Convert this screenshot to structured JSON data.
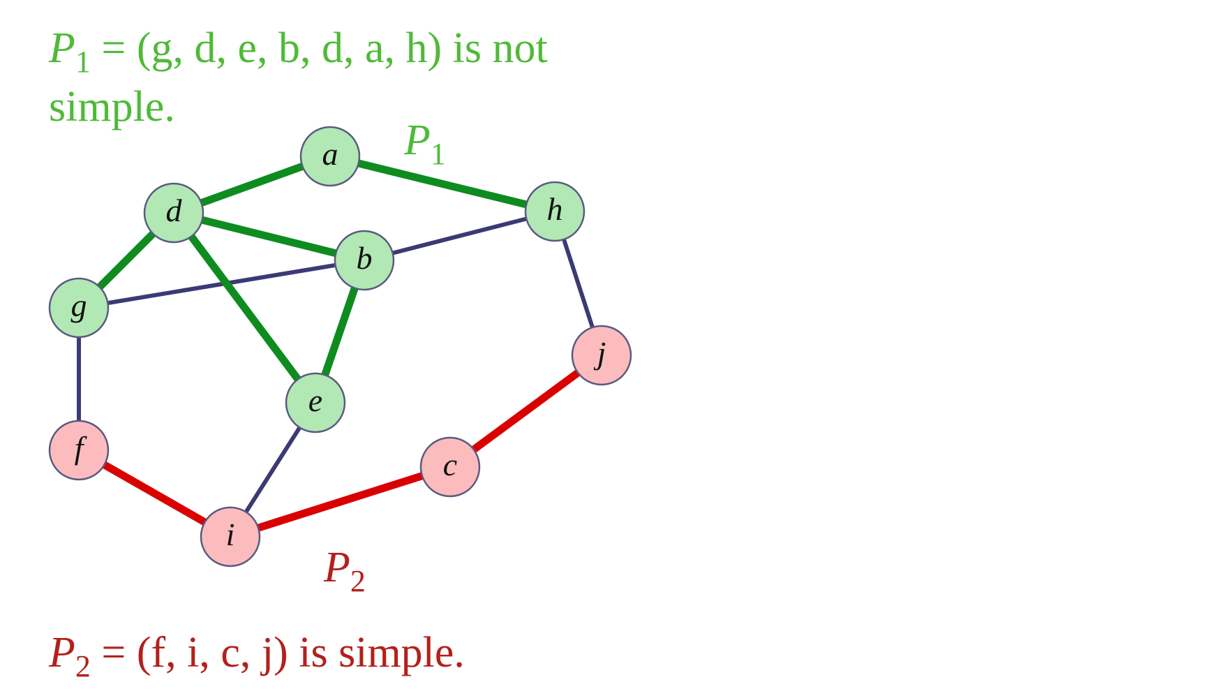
{
  "header": {
    "p1_var": "P",
    "p1_sub": "1",
    "p1_statement": "= (g, d, e, b, d, a, h) is not",
    "p1_statement_line2": "simple."
  },
  "footer": {
    "p2_var": "P",
    "p2_sub": "2",
    "p2_statement": "= (f, i, c, j) is simple."
  },
  "labels": {
    "p1": {
      "var": "P",
      "sub": "1"
    },
    "p2": {
      "var": "P",
      "sub": "2"
    }
  },
  "colors": {
    "p1": "#4fba38",
    "p2": "#b3201c",
    "p1_edge": "#0e8c1f",
    "p2_edge": "#d90000",
    "plain_edge": "#3c3a74",
    "green_node": "#b2e8b4",
    "red_node": "#fcbcbe",
    "node_stroke": "#5a5a80"
  },
  "graph": {
    "nodes": [
      {
        "id": "a",
        "group": "p1"
      },
      {
        "id": "d",
        "group": "p1"
      },
      {
        "id": "h",
        "group": "p1"
      },
      {
        "id": "b",
        "group": "p1"
      },
      {
        "id": "g",
        "group": "p1"
      },
      {
        "id": "e",
        "group": "p1"
      },
      {
        "id": "j",
        "group": "p2"
      },
      {
        "id": "f",
        "group": "p2"
      },
      {
        "id": "c",
        "group": "p2"
      },
      {
        "id": "i",
        "group": "p2"
      }
    ],
    "edges": [
      {
        "from": "g",
        "to": "b",
        "type": "plain"
      },
      {
        "from": "b",
        "to": "h",
        "type": "plain"
      },
      {
        "from": "h",
        "to": "j",
        "type": "plain"
      },
      {
        "from": "g",
        "to": "f",
        "type": "plain"
      },
      {
        "from": "e",
        "to": "i",
        "type": "plain"
      },
      {
        "from": "d",
        "to": "a",
        "type": "p1"
      },
      {
        "from": "a",
        "to": "h",
        "type": "p1"
      },
      {
        "from": "d",
        "to": "b",
        "type": "p1"
      },
      {
        "from": "d",
        "to": "g",
        "type": "p1"
      },
      {
        "from": "d",
        "to": "e",
        "type": "p1"
      },
      {
        "from": "b",
        "to": "e",
        "type": "p1"
      },
      {
        "from": "f",
        "to": "i",
        "type": "p2"
      },
      {
        "from": "i",
        "to": "c",
        "type": "p2"
      },
      {
        "from": "c",
        "to": "j",
        "type": "p2"
      }
    ]
  }
}
